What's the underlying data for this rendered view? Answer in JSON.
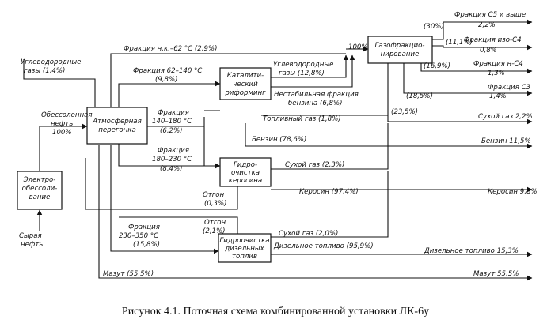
{
  "caption": "Рисунок 4.1. Поточная схема комбинированной установки ЛК-6у",
  "boxes": {
    "electro": [
      "Электро-",
      "обессоли-",
      "вание"
    ],
    "atm": [
      "Атмосферная",
      "перегонка"
    ],
    "reform": [
      "Каталити-",
      "ческий",
      "риформинг"
    ],
    "gasfrac": [
      "Газофракцио-",
      "нирование"
    ],
    "hydro_ker": [
      "Гидро-",
      "очистка",
      "керосина"
    ],
    "hydro_dies": [
      "Гидроочистка",
      "дизельных",
      "топлив"
    ]
  },
  "labels": {
    "crude": [
      "Сырая",
      "нефть"
    ],
    "desalted": [
      "Обессоленная",
      "нефть",
      "100%"
    ],
    "hc_gas": [
      "Углеводородные",
      "газы (1,4%)"
    ],
    "ibp62": "Фракция н.к.–62 °С (2,9%)",
    "f62_140": [
      "Фракция 62–140 °С",
      "(9,8%)"
    ],
    "f140_180": [
      "Фракция",
      "140–180 °С",
      "(6,2%)"
    ],
    "f180_230": [
      "Фракция",
      "180–230 °С",
      "(8,4%)"
    ],
    "f230_350": [
      "Фракция",
      "230–350 °С",
      "(15,8%)"
    ],
    "reform_gas": [
      "Углеводородные",
      "газы (12,8%)"
    ],
    "unstable": [
      "Нестабильная фракция",
      "бензина (6,8%)"
    ],
    "fuel_gas": "Топливный газ (1,8%)",
    "benzin_in": "Бензин (78,6%)",
    "p100": "100%",
    "s30": "(30%)",
    "s11": "(11,1%)",
    "s16": "(16,9%)",
    "s18": "(18,5%)",
    "s23": "(23,5%)",
    "c5": [
      "Фракция C5 и выше",
      "2,2%"
    ],
    "iso_c4": [
      "Фракция изо-C4",
      "0,8%"
    ],
    "n_c4": [
      "Фракция н-C4",
      "1,3%"
    ],
    "c3": [
      "Фракция C3",
      "1,4%"
    ],
    "dry_gas_out": "Сухой газ 2,2%",
    "benzin_out": "Бензин 11,5%",
    "dry_gas_ker": "Сухой газ (2,3%)",
    "kerosene_in": "Керосин (97,4%)",
    "kerosene_out": "Керосин 9,8%",
    "otgon1": [
      "Отгон",
      "(0,3%)"
    ],
    "otgon2": [
      "Отгон",
      "(2,1%)"
    ],
    "dry_gas_dies": "Сухой газ (2,0%)",
    "diesel_in": "Дизельное топливо (95,9%)",
    "diesel_out": "Дизельное топливо 15,3%",
    "mazut_in": "Мазут (55,5%)",
    "mazut_out": "Мазут 55,5%"
  }
}
